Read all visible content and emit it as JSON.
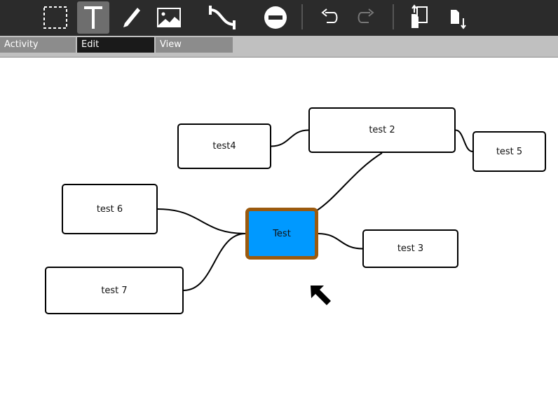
{
  "toolbar": {
    "tools": [
      {
        "name": "select-tool",
        "icon": "dashed-rectangle-icon",
        "active": false
      },
      {
        "name": "text-tool",
        "icon": "text-T-icon",
        "active": true
      },
      {
        "name": "pencil-tool",
        "icon": "pencil-icon",
        "active": false
      },
      {
        "name": "image-tool",
        "icon": "image-icon",
        "active": false
      },
      {
        "name": "connector-tool",
        "icon": "curve-connector-icon",
        "active": false
      },
      {
        "name": "remove-tool",
        "icon": "minus-circle-icon",
        "active": false
      },
      {
        "name": "undo",
        "icon": "undo-icon",
        "active": false
      },
      {
        "name": "redo",
        "icon": "redo-icon",
        "active": false,
        "disabled": true
      },
      {
        "name": "import",
        "icon": "import-file-icon",
        "active": false
      },
      {
        "name": "export",
        "icon": "export-file-icon",
        "active": false
      }
    ]
  },
  "tabs": [
    {
      "label": "Activity",
      "active": false
    },
    {
      "label": "Edit",
      "active": true
    },
    {
      "label": "View",
      "active": false
    }
  ],
  "colors": {
    "toolbar_bg": "#2b2b2b",
    "tab_active_bg": "#1a1a1a",
    "tab_inactive_bg": "#8c8c8c",
    "selected_fill": "#0099ff",
    "selected_border": "#9b5a0e"
  },
  "mindmap": {
    "nodes": [
      {
        "id": "n-test",
        "label": "Test",
        "selected": true
      },
      {
        "id": "n-test2",
        "label": "test 2",
        "selected": false
      },
      {
        "id": "n-test3",
        "label": "test 3",
        "selected": false
      },
      {
        "id": "n-test4",
        "label": "test4",
        "selected": false
      },
      {
        "id": "n-test5",
        "label": "test 5",
        "selected": false
      },
      {
        "id": "n-test6",
        "label": "test 6",
        "selected": false
      },
      {
        "id": "n-test7",
        "label": "test 7",
        "selected": false
      }
    ],
    "edges": [
      [
        "n-test",
        "n-test2"
      ],
      [
        "n-test",
        "n-test3"
      ],
      [
        "n-test",
        "n-test6"
      ],
      [
        "n-test",
        "n-test7"
      ],
      [
        "n-test2",
        "n-test4"
      ],
      [
        "n-test2",
        "n-test5"
      ]
    ]
  },
  "cursor": {
    "icon": "arrow-cursor-icon"
  }
}
